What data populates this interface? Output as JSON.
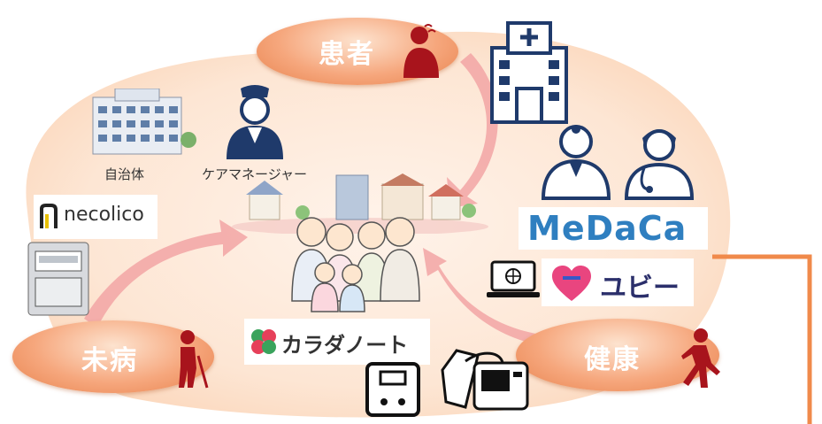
{
  "roles": {
    "patient": "患者",
    "pre_disease": "未病",
    "healthy": "健康"
  },
  "captions": {
    "municipality": "自治体",
    "care_manager": "ケアマネージャー"
  },
  "logos": {
    "necolico": "necolico",
    "medaca": "MeDaCa",
    "yubi": "ユビー",
    "karada_note": "カラダノート"
  },
  "icons": [
    "building-icon",
    "nurse-icon",
    "hospital-icon",
    "doctor-icon",
    "physician-icon",
    "smart-meter-icon",
    "laptop-icon",
    "heart-icon",
    "clover-icon",
    "scale-icon",
    "blood-pressure-monitor-icon",
    "elderly-walker-icon",
    "runner-icon",
    "sick-person-icon",
    "family-illustration",
    "town-illustration"
  ],
  "colors": {
    "accent_orange": "#f08a4b",
    "arrow_pink": "#f2a5a5",
    "background_blob": "#fde4d0",
    "icon_navy": "#1f3a6b",
    "person_red": "#a8141c",
    "medaca_blue": "#2f7fc0"
  }
}
